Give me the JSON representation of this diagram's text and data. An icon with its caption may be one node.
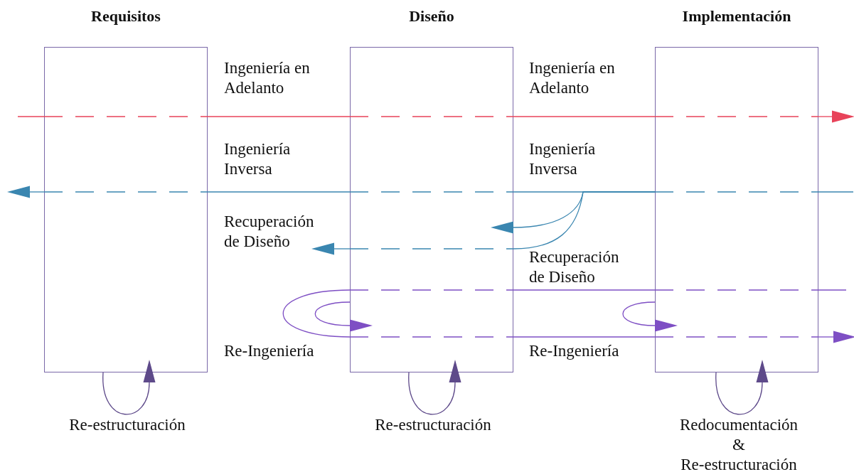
{
  "diagram": {
    "nodes": [
      {
        "text": [
          "Requisitos"
        ]
      },
      {
        "text": [
          "Diseño"
        ]
      },
      {
        "text": [
          "Implementación"
        ]
      }
    ],
    "edges": [
      {
        "from": null,
        "to": 0,
        "arrow": "none",
        "color": "#e8435a"
      },
      {
        "from": 0,
        "to": 1,
        "arrow": "none",
        "label": "Ingeniería en Adelanto",
        "color": "#e8435a"
      },
      {
        "from": 1,
        "to": 2,
        "arrow": "none",
        "label": "Ingeniería en Adelanto",
        "color": "#e8435a"
      },
      {
        "from": 2,
        "to": null,
        "arrow": "to",
        "color": "#e8435a"
      },
      {
        "from": null,
        "to": 2,
        "arrow": "none",
        "color": "#3a86b0"
      },
      {
        "from": 2,
        "to": 1,
        "arrow": "none",
        "label": "Ingeniería Inversa",
        "color": "#3a86b0"
      },
      {
        "from": 1,
        "to": 0,
        "arrow": "none",
        "label": "Ingeniería Inversa",
        "color": "#3a86b0"
      },
      {
        "from": 0,
        "to": null,
        "arrow": "to",
        "color": "#3a86b0"
      },
      {
        "from": 2,
        "to": 1,
        "arrow": "to",
        "color": "#3a86b0"
      },
      {
        "from": 2,
        "to": 1,
        "arrow": "none",
        "label": "Recuperación de Diseño",
        "color": "#3a86b0"
      },
      {
        "from": 1,
        "to": null,
        "arrow": "to",
        "label": "Recuperación de Diseño",
        "color": "#3a86b0"
      },
      {
        "from": 1,
        "to": 1,
        "arrow": "none",
        "label": "Re-Ingeniería",
        "color": "#7e4fc4"
      },
      {
        "from": 1,
        "to": 1,
        "arrow": "to",
        "color": "#7e4fc4"
      },
      {
        "from": 1,
        "to": 2,
        "arrow": "none",
        "color": "#7e4fc4"
      },
      {
        "from": 1,
        "to": 2,
        "arrow": "none",
        "label": "Re-Ingeniería",
        "color": "#7e4fc4"
      },
      {
        "from": 2,
        "to": 2,
        "arrow": "to",
        "color": "#7e4fc4"
      },
      {
        "from": 2,
        "to": null,
        "arrow": "none",
        "color": "#7e4fc4"
      },
      {
        "from": 2,
        "to": null,
        "arrow": "to",
        "color": "#7e4fc4"
      },
      {
        "from": 0,
        "to": 0,
        "arrow": "to",
        "label": "Re-estructuración",
        "color": "#5e4a8a"
      },
      {
        "from": 1,
        "to": 1,
        "arrow": "to",
        "label": "Re-estructuración",
        "color": "#5e4a8a"
      },
      {
        "from": 2,
        "to": 2,
        "arrow": "to",
        "label": "Redocumentación & Re-estructuración",
        "color": "#5e4a8a"
      }
    ]
  }
}
